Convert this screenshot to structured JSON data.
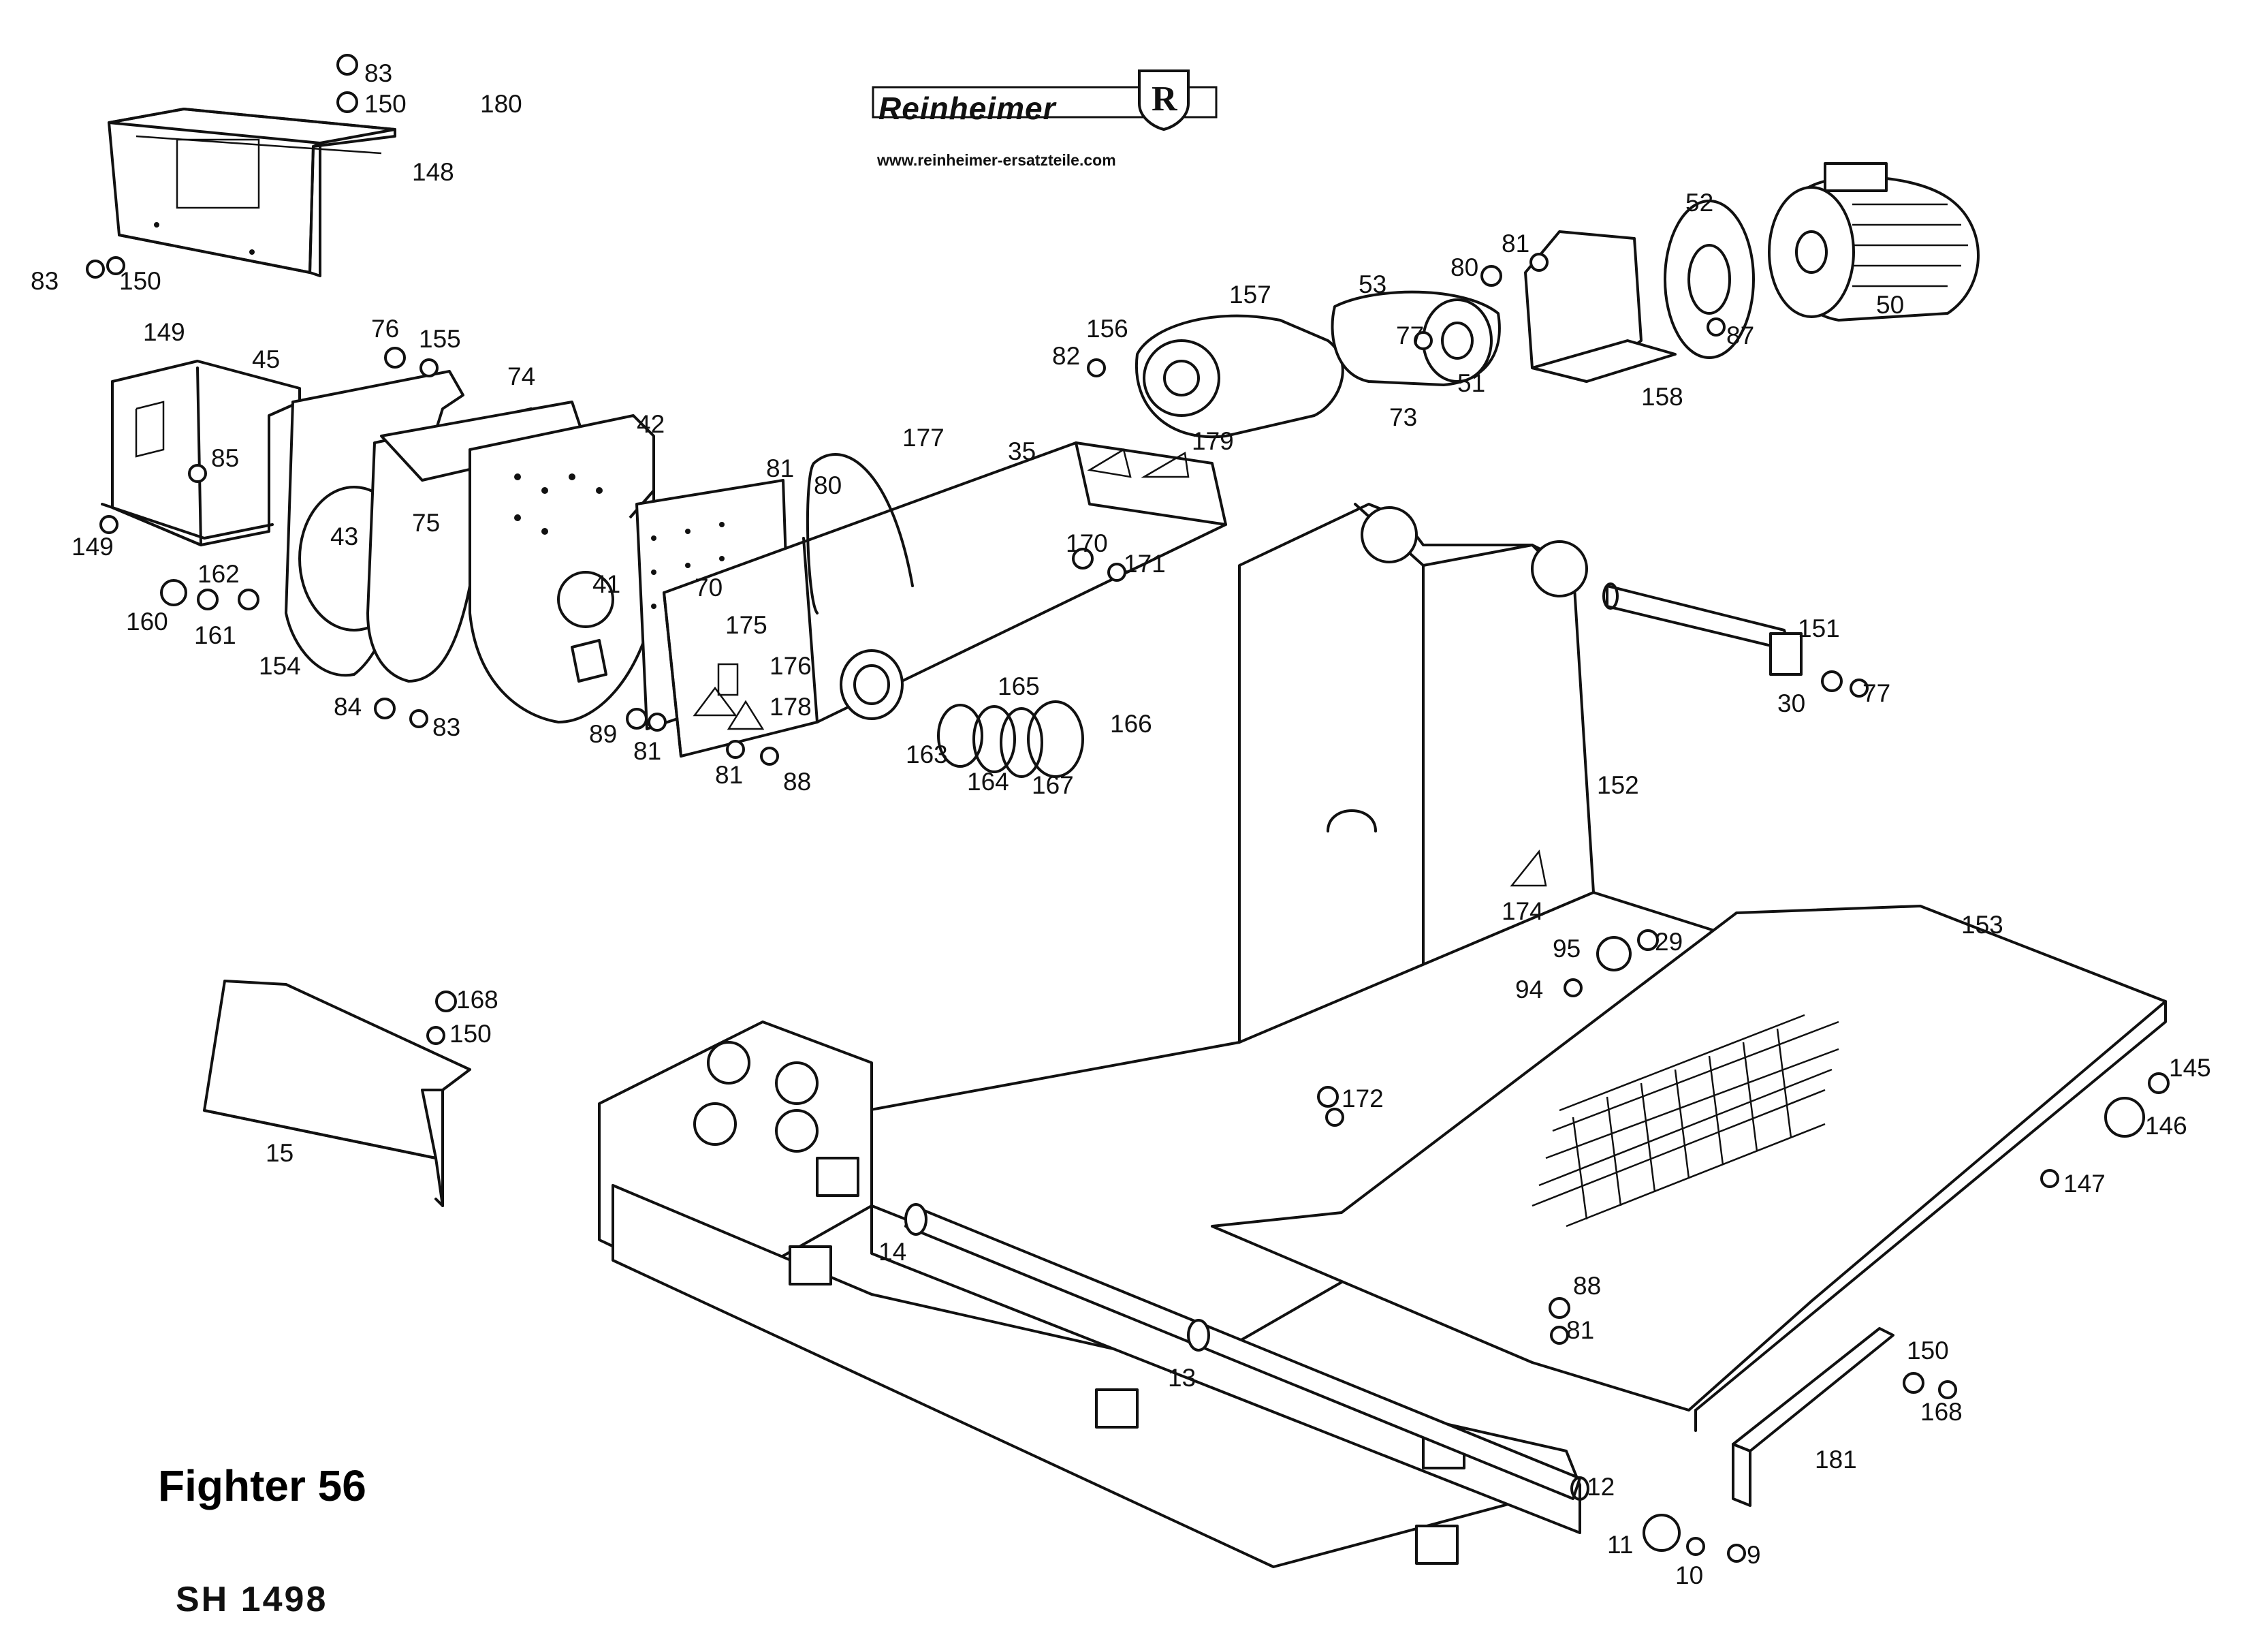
{
  "brand": {
    "name": "Reinheimer",
    "url": "www.reinheimer-ersatzteile.com",
    "logo": "R-shield-logo"
  },
  "diagram": {
    "model": "Fighter 56",
    "code": "SH 1498"
  },
  "part_labels": [
    "83",
    "150",
    "180",
    "148",
    "83",
    "150",
    "149",
    "45",
    "76",
    "155",
    "74",
    "42",
    "85",
    "149",
    "75",
    "43",
    "162",
    "160",
    "161",
    "154",
    "84",
    "83",
    "41",
    "81",
    "80",
    "177",
    "35",
    "179",
    "170",
    "171",
    "70",
    "175",
    "176",
    "178",
    "89",
    "81",
    "81",
    "88",
    "163",
    "164",
    "165",
    "166",
    "167",
    "82",
    "156",
    "157",
    "53",
    "81",
    "80",
    "77",
    "51",
    "73",
    "52",
    "87",
    "158",
    "50",
    "151",
    "30",
    "77",
    "152",
    "174",
    "95",
    "29",
    "94",
    "153",
    "168",
    "150",
    "15",
    "172",
    "145",
    "146",
    "147",
    "14",
    "88",
    "81",
    "13",
    "150",
    "168",
    "181",
    "12",
    "11",
    "10",
    "9"
  ],
  "colors": {
    "ink": "#111111",
    "background": "#ffffff"
  }
}
